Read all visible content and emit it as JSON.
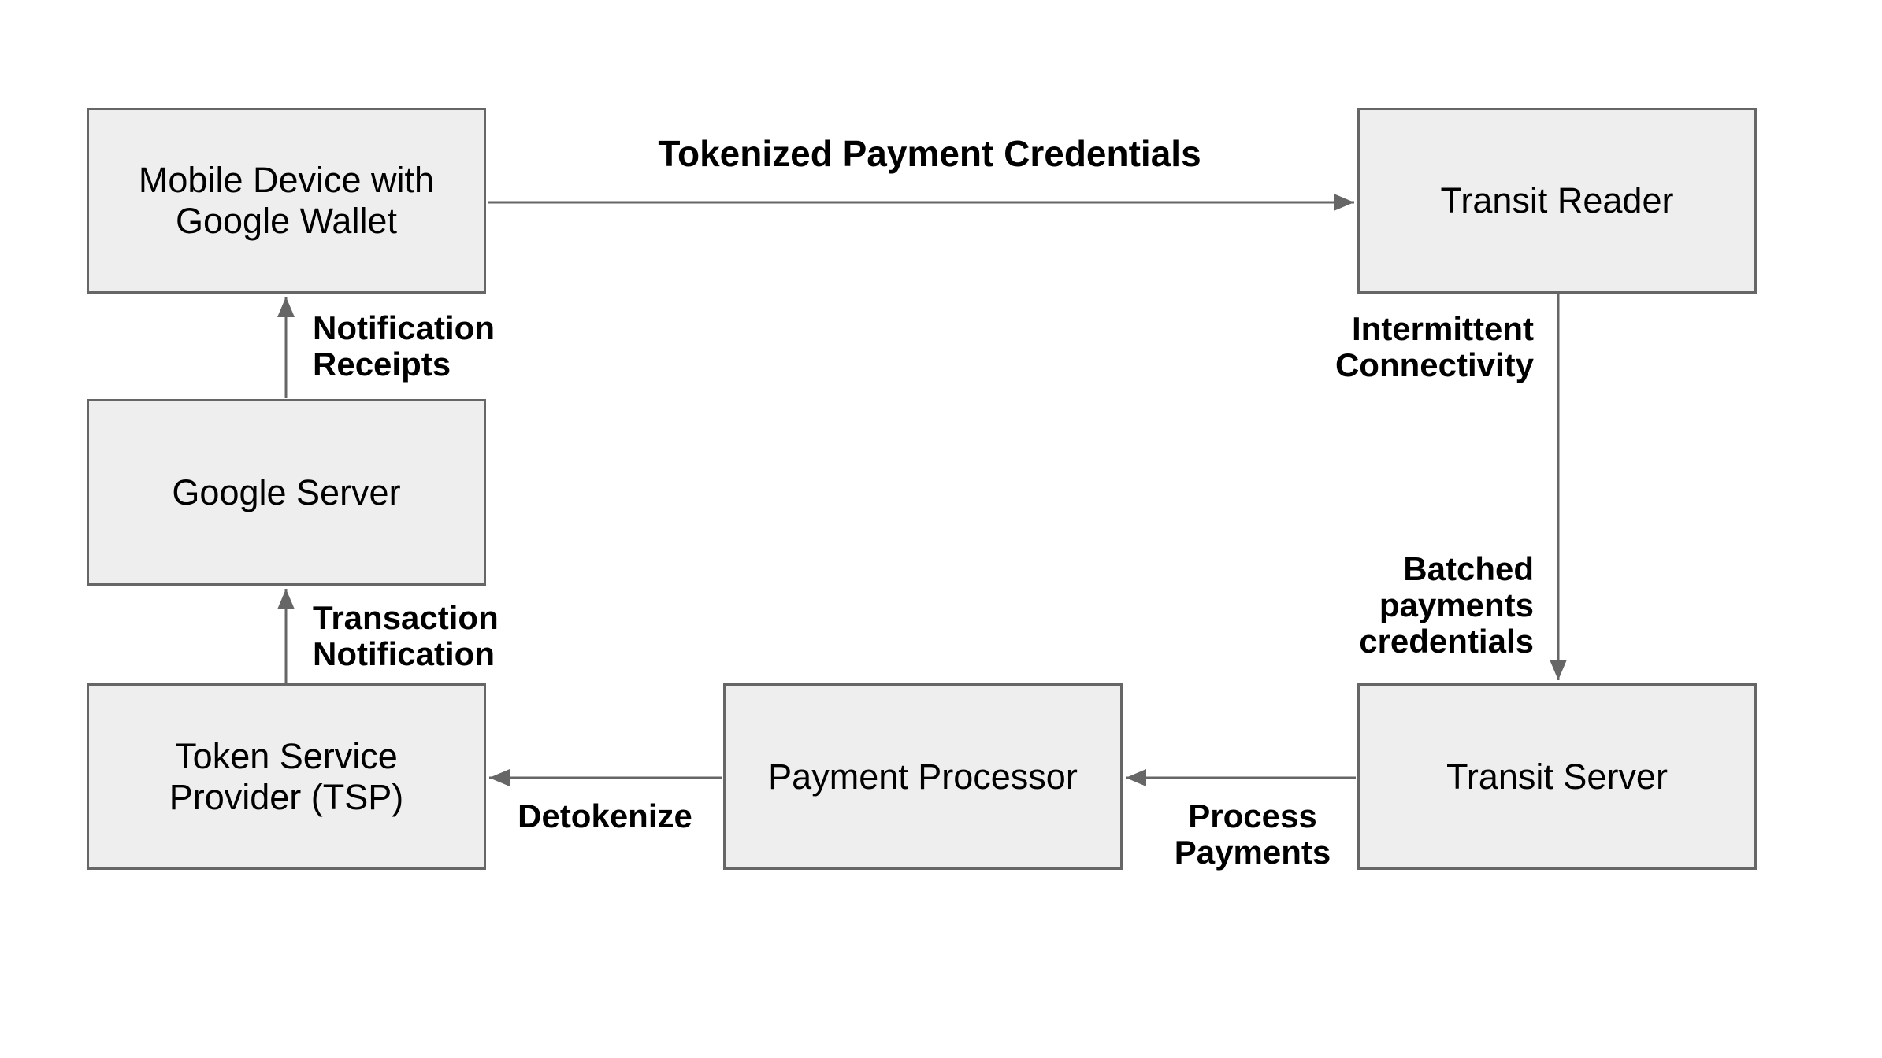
{
  "colors": {
    "background": "#ffffff",
    "node_fill": "#eeeeee",
    "node_border": "#666666",
    "connector": "#666666",
    "text": "#000000"
  },
  "nodes": [
    {
      "id": "mobile-device",
      "label": "Mobile Device with\nGoogle Wallet"
    },
    {
      "id": "transit-reader",
      "label": "Transit Reader"
    },
    {
      "id": "google-server",
      "label": "Google Server"
    },
    {
      "id": "token-service-provider",
      "label": "Token Service\nProvider (TSP)"
    },
    {
      "id": "payment-processor",
      "label": "Payment Processor"
    },
    {
      "id": "transit-server",
      "label": "Transit Server"
    }
  ],
  "edges": [
    {
      "id": "tokenized-payment-credentials",
      "from": "mobile-device",
      "to": "transit-reader",
      "label": "Tokenized Payment Credentials"
    },
    {
      "id": "reader-to-transit-server",
      "from": "transit-reader",
      "to": "transit-server",
      "labels": [
        "Intermittent\nConnectivity",
        "Batched\npayments\ncredentials"
      ]
    },
    {
      "id": "process-payments",
      "from": "transit-server",
      "to": "payment-processor",
      "label": "Process\nPayments"
    },
    {
      "id": "detokenize",
      "from": "payment-processor",
      "to": "token-service-provider",
      "label": "Detokenize"
    },
    {
      "id": "transaction-notification",
      "from": "token-service-provider",
      "to": "google-server",
      "label": "Transaction\nNotification"
    },
    {
      "id": "notification-receipts",
      "from": "google-server",
      "to": "mobile-device",
      "label": "Notification\nReceipts"
    }
  ]
}
